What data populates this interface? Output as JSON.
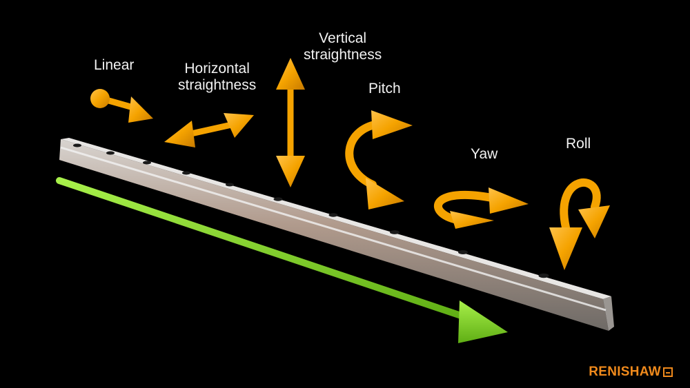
{
  "labels": {
    "linear": "Linear",
    "horizontal_line1": "Horizontal",
    "horizontal_line2": "straightness",
    "vertical_line1": "Vertical",
    "vertical_line2": "straightness",
    "pitch": "Pitch",
    "yaw": "Yaw",
    "roll": "Roll"
  },
  "logo": {
    "text": "RENISHAW"
  },
  "colors": {
    "background": "#000000",
    "arrow": "#f5a300",
    "travel_arrow": "#7ed321",
    "rail": "#c8c8c8",
    "logo": "#f08a1c"
  },
  "icons": [
    "linear-arrow-icon",
    "horizontal-straightness-arrow-icon",
    "vertical-straightness-arrow-icon",
    "pitch-arrow-icon",
    "yaw-arrow-icon",
    "roll-arrow-icon",
    "travel-direction-arrow-icon"
  ]
}
